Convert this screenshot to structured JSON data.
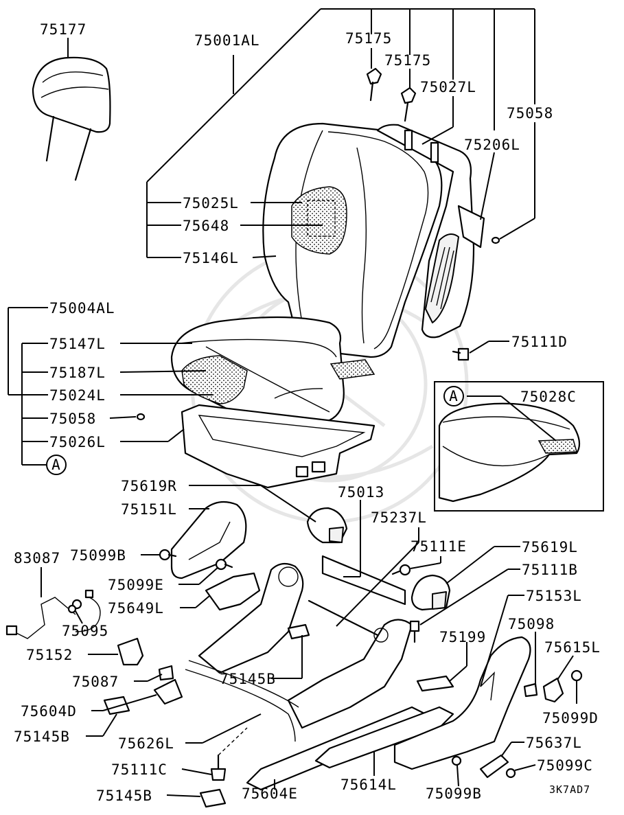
{
  "callouts": {
    "c75177": "75177",
    "c75001AL": "75001AL",
    "c75175a": "75175",
    "c75175b": "75175",
    "c75027L": "75027L",
    "c75058top": "75058",
    "c75206L": "75206L",
    "c75025L": "75025L",
    "c75648": "75648",
    "c75146L": "75146L",
    "c75004AL": "75004AL",
    "c75147L": "75147L",
    "c75187L": "75187L",
    "c75024L": "75024L",
    "c75058mid": "75058",
    "c75026L": "75026L",
    "c75111D": "75111D",
    "c75028C": "75028C",
    "c75619R": "75619R",
    "c75151L": "75151L",
    "c75013": "75013",
    "c75237L": "75237L",
    "c75099Ba": "75099B",
    "c75111E": "75111E",
    "c75619L": "75619L",
    "c75111B": "75111B",
    "c83087": "83087",
    "c75099E": "75099E",
    "c75649L": "75649L",
    "c75153L": "75153L",
    "c75095": "75095",
    "c75098": "75098",
    "c75199": "75199",
    "c75152": "75152",
    "c75615L": "75615L",
    "c75087": "75087",
    "c75145Ba": "75145B",
    "c75099D": "75099D",
    "c75604D": "75604D",
    "c75145Bb": "75145B",
    "c75626L": "75626L",
    "c75637L": "75637L",
    "c75111C": "75111C",
    "c75099C": "75099C",
    "c75614L": "75614L",
    "c75099Bb": "75099B",
    "c75145Bc": "75145B",
    "c75604E": "75604E"
  },
  "refs": {
    "ref_a_left": "A",
    "ref_a_inset": "A"
  },
  "diagram_code": "3K7AD7"
}
